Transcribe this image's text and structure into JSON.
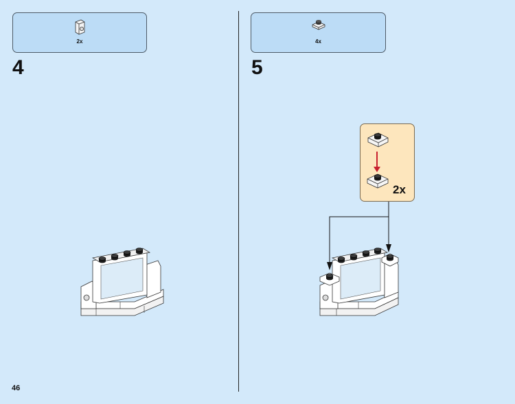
{
  "page": {
    "number": "46"
  },
  "steps": [
    {
      "number": "4",
      "parts": {
        "quantity": "2x",
        "part_icon": "bracket-brick-icon"
      }
    },
    {
      "number": "5",
      "parts": {
        "quantity": "4x",
        "part_icon": "plate-1x1-icon"
      },
      "callout": {
        "quantity": "2x"
      }
    }
  ],
  "colors": {
    "background": "#d3e9fa",
    "parts_box": "#bcdcf6",
    "callout_box": "#fde6bd",
    "arrow_red": "#c8202e"
  }
}
